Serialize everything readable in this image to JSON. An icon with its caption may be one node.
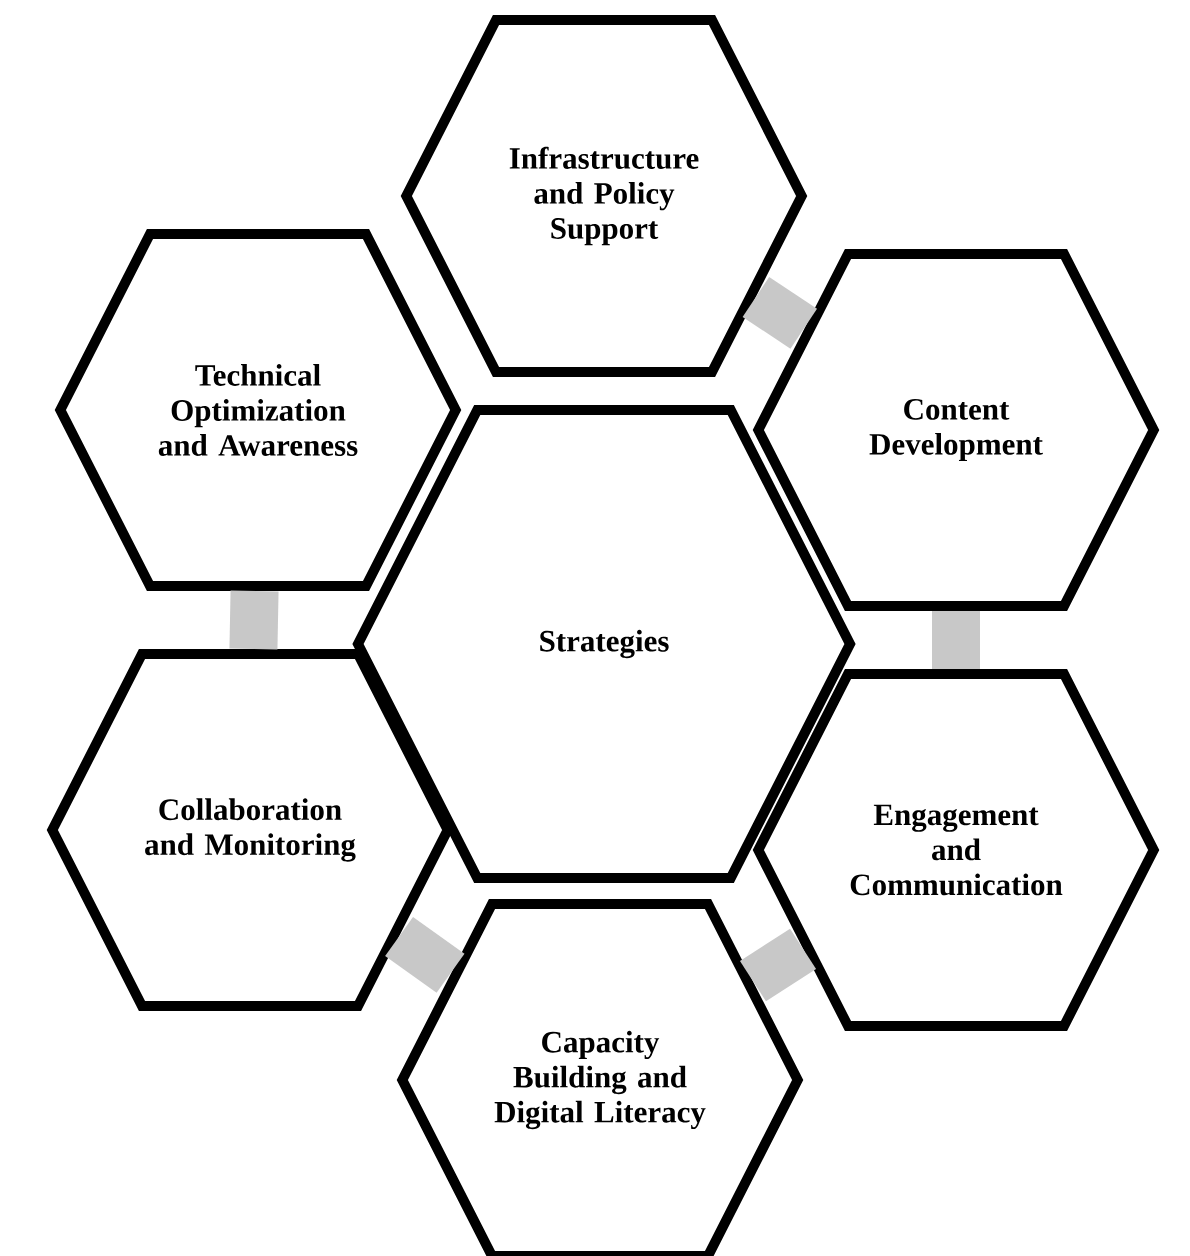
{
  "diagram": {
    "nodes": [
      {
        "text": [
          "Strategies"
        ]
      },
      {
        "text": [
          "Infrastructure and Policy Support"
        ]
      },
      {
        "text": [
          "Content Development"
        ]
      },
      {
        "text": [
          "Engagement and Communication"
        ]
      },
      {
        "text": [
          "Capacity Building and Digital Literacy"
        ]
      },
      {
        "text": [
          "Collaboration and Monitoring"
        ]
      },
      {
        "text": [
          "Technical Optimization and Awareness"
        ]
      }
    ],
    "edges": [
      {
        "from": 1,
        "to": 2,
        "arrow": "none"
      },
      {
        "from": 2,
        "to": 3,
        "arrow": "none"
      },
      {
        "from": 3,
        "to": 4,
        "arrow": "none"
      },
      {
        "from": 4,
        "to": 5,
        "arrow": "none"
      },
      {
        "from": 5,
        "to": 6,
        "arrow": "none"
      }
    ]
  }
}
